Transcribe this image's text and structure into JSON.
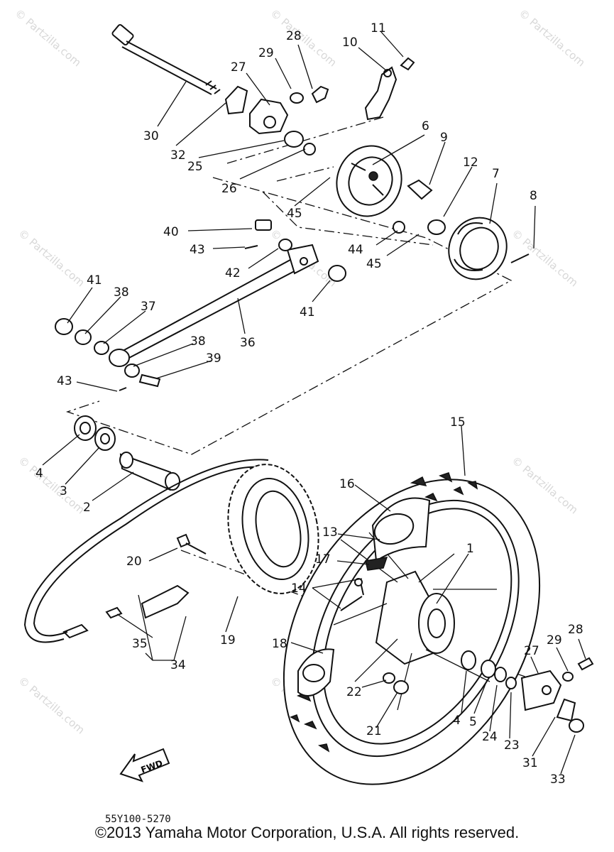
{
  "diagram": {
    "part_code": "55Y100-5270",
    "direction_label": "FWD",
    "watermark": "© Partzilla.com",
    "callouts": [
      "1",
      "2",
      "3",
      "4",
      "5",
      "6",
      "7",
      "8",
      "9",
      "10",
      "11",
      "12",
      "13",
      "14",
      "15",
      "16",
      "17",
      "18",
      "19",
      "20",
      "21",
      "22",
      "23",
      "24",
      "25",
      "26",
      "27",
      "28",
      "29",
      "30",
      "31",
      "32",
      "33",
      "34",
      "35",
      "36",
      "37",
      "38",
      "39",
      "40",
      "41",
      "42",
      "43",
      "44",
      "45"
    ]
  },
  "footer": {
    "copyright": "©2013 Yamaha Motor Corporation, U.S.A. All rights reserved."
  }
}
